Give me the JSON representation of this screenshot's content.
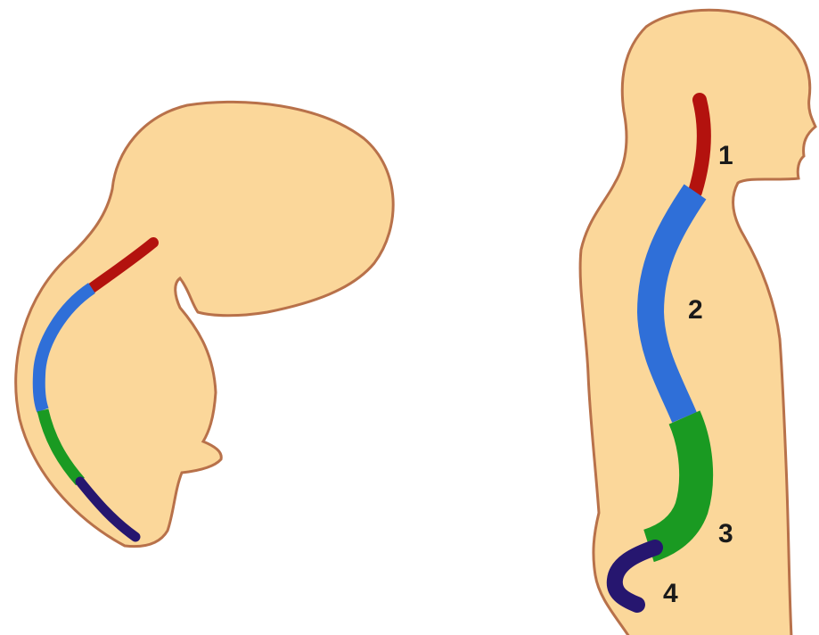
{
  "figure": {
    "colors": {
      "body_fill": "#FBD79A",
      "body_outline": "#B8714A",
      "segment_1": "#B3120E",
      "segment_2": "#2F6FD8",
      "segment_3": "#1A9A22",
      "segment_4": "#26166F",
      "label_text": "#1A1A1A"
    },
    "fetus": {
      "name": "fetus-silhouette",
      "segments": [
        {
          "id": "red",
          "color_key": "segment_1"
        },
        {
          "id": "blue",
          "color_key": "segment_2"
        },
        {
          "id": "green",
          "color_key": "segment_3"
        },
        {
          "id": "navy",
          "color_key": "segment_4"
        }
      ]
    },
    "adult": {
      "name": "adult-silhouette",
      "labels": [
        {
          "text": "1"
        },
        {
          "text": "2"
        },
        {
          "text": "3"
        },
        {
          "text": "4"
        }
      ]
    }
  }
}
